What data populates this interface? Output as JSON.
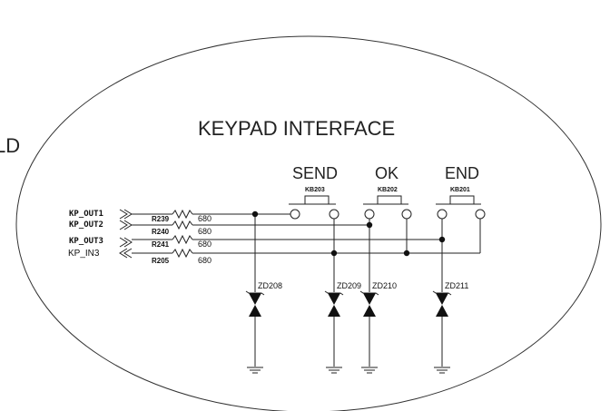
{
  "cut_label": "LD",
  "title": "KEYPAD INTERFACE",
  "keys": [
    {
      "label": "SEND",
      "ref": "KB203"
    },
    {
      "label": "OK",
      "ref": "KB202"
    },
    {
      "label": "END",
      "ref": "KB201"
    }
  ],
  "nets": [
    "KP_OUT1",
    "KP_OUT2",
    "KP_OUT3",
    "KP_IN3"
  ],
  "resistors": [
    {
      "ref": "R239",
      "value": "680"
    },
    {
      "ref": "R240",
      "value": "680"
    },
    {
      "ref": "R241",
      "value": "680"
    },
    {
      "ref": "R205",
      "value": "680"
    }
  ],
  "diodes": [
    "ZD208",
    "ZD209",
    "ZD210",
    "ZD211"
  ]
}
